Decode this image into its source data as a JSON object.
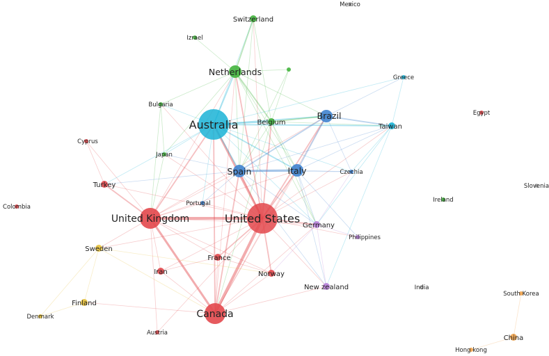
{
  "colors": {
    "red": "#e3484c",
    "cyan": "#1ab3d6",
    "green": "#42b43d",
    "blue": "#3f83cf",
    "purple": "#b77ed8",
    "yellow": "#e6c03a",
    "orange": "#f0a24a",
    "gray": "#b8b8b8"
  },
  "nodes": [
    {
      "id": "us",
      "label": "United States",
      "group": "red",
      "size": "xl"
    },
    {
      "id": "uk",
      "label": "United Kingdom",
      "group": "red",
      "size": "l"
    },
    {
      "id": "canada",
      "label": "Canada",
      "group": "red",
      "size": "l"
    },
    {
      "id": "australia",
      "label": "Australia",
      "group": "cyan",
      "size": "xl"
    },
    {
      "id": "netherlands",
      "label": "Netherlands",
      "group": "green",
      "size": "m"
    },
    {
      "id": "switzerland",
      "label": "Switzerland",
      "group": "green",
      "size": "s"
    },
    {
      "id": "israel",
      "label": "Izrael",
      "group": "green",
      "size": "xs"
    },
    {
      "id": "unlabeled",
      "label": "",
      "group": "green",
      "size": "xs"
    },
    {
      "id": "belgium",
      "label": "Belgium",
      "group": "green",
      "size": "s"
    },
    {
      "id": "bulgaria",
      "label": "Bulgaria",
      "group": "green",
      "size": "xs"
    },
    {
      "id": "japan",
      "label": "Japan",
      "group": "green",
      "size": "xs"
    },
    {
      "id": "brazil",
      "label": "Brazil",
      "group": "blue",
      "size": "m"
    },
    {
      "id": "spain",
      "label": "Spain",
      "group": "blue",
      "size": "m"
    },
    {
      "id": "italy",
      "label": "Italy",
      "group": "blue",
      "size": "m"
    },
    {
      "id": "taiwan",
      "label": "Taiwan",
      "group": "cyan",
      "size": "s"
    },
    {
      "id": "greece",
      "label": "Greece",
      "group": "cyan",
      "size": "xs"
    },
    {
      "id": "czechia",
      "label": "Czechia",
      "group": "blue",
      "size": "xs"
    },
    {
      "id": "portugal",
      "label": "Portugal",
      "group": "blue",
      "size": "xs"
    },
    {
      "id": "germany",
      "label": "Germany",
      "group": "purple",
      "size": "s"
    },
    {
      "id": "philippines",
      "label": "Philippines",
      "group": "purple",
      "size": "xs"
    },
    {
      "id": "newzealand",
      "label": "New zealand",
      "group": "purple",
      "size": "s"
    },
    {
      "id": "turkey",
      "label": "Turkey",
      "group": "red",
      "size": "s"
    },
    {
      "id": "cyprus",
      "label": "Cyprus",
      "group": "red",
      "size": "xs"
    },
    {
      "id": "iran",
      "label": "Iran",
      "group": "red",
      "size": "s"
    },
    {
      "id": "france",
      "label": "France",
      "group": "red",
      "size": "s"
    },
    {
      "id": "norway",
      "label": "Norway",
      "group": "red",
      "size": "s"
    },
    {
      "id": "austria",
      "label": "Austria",
      "group": "red",
      "size": "xs"
    },
    {
      "id": "sweden",
      "label": "Sweden",
      "group": "yellow",
      "size": "s"
    },
    {
      "id": "finland",
      "label": "Finland",
      "group": "yellow",
      "size": "s"
    },
    {
      "id": "denmark",
      "label": "Denmark",
      "group": "yellow",
      "size": "xs"
    },
    {
      "id": "southkorea",
      "label": "South Korea",
      "group": "orange",
      "size": "xs"
    },
    {
      "id": "china",
      "label": "China",
      "group": "orange",
      "size": "s"
    },
    {
      "id": "hongkong",
      "label": "Hong kong",
      "group": "orange",
      "size": "xs"
    },
    {
      "id": "mexico",
      "label": "Mexico",
      "group": "gray",
      "size": "xs"
    },
    {
      "id": "egypt",
      "label": "Egypt",
      "group": "red",
      "size": "xs"
    },
    {
      "id": "slovenia",
      "label": "Slovenia",
      "group": "gray",
      "size": "xs"
    },
    {
      "id": "ireland",
      "label": "Ireland",
      "group": "green",
      "size": "xs"
    },
    {
      "id": "india",
      "label": "India",
      "group": "gray",
      "size": "xs"
    },
    {
      "id": "colombia",
      "label": "Colombia",
      "group": "red",
      "size": "xs"
    }
  ],
  "links": [
    [
      "us",
      "uk",
      4
    ],
    [
      "us",
      "canada",
      4
    ],
    [
      "us",
      "australia",
      3
    ],
    [
      "us",
      "spain",
      2
    ],
    [
      "us",
      "italy",
      2
    ],
    [
      "us",
      "brazil",
      2
    ],
    [
      "us",
      "germany",
      2
    ],
    [
      "us",
      "norway",
      2
    ],
    [
      "us",
      "france",
      2
    ],
    [
      "us",
      "netherlands",
      2
    ],
    [
      "us",
      "belgium",
      2
    ],
    [
      "us",
      "turkey",
      1
    ],
    [
      "us",
      "portugal",
      1
    ],
    [
      "us",
      "iran",
      1
    ],
    [
      "us",
      "newzealand",
      1
    ],
    [
      "us",
      "taiwan",
      1
    ],
    [
      "us",
      "czechia",
      1
    ],
    [
      "us",
      "sweden",
      1
    ],
    [
      "us",
      "philippines",
      1
    ],
    [
      "us",
      "japan",
      1
    ],
    [
      "us",
      "bulgaria",
      1
    ],
    [
      "us",
      "austria",
      1
    ],
    [
      "us",
      "switzerland",
      1
    ],
    [
      "uk",
      "canada",
      3
    ],
    [
      "uk",
      "australia",
      2
    ],
    [
      "uk",
      "turkey",
      2
    ],
    [
      "uk",
      "sweden",
      1
    ],
    [
      "uk",
      "iran",
      1
    ],
    [
      "uk",
      "france",
      1
    ],
    [
      "uk",
      "spain",
      1
    ],
    [
      "uk",
      "italy",
      1
    ],
    [
      "uk",
      "brazil",
      1
    ],
    [
      "uk",
      "netherlands",
      1
    ],
    [
      "uk",
      "cyprus",
      1
    ],
    [
      "uk",
      "norway",
      1
    ],
    [
      "uk",
      "germany",
      1
    ],
    [
      "uk",
      "portugal",
      1
    ],
    [
      "uk",
      "austria",
      1
    ],
    [
      "canada",
      "australia",
      2
    ],
    [
      "canada",
      "spain",
      2
    ],
    [
      "canada",
      "italy",
      1
    ],
    [
      "canada",
      "brazil",
      1
    ],
    [
      "canada",
      "netherlands",
      1
    ],
    [
      "canada",
      "germany",
      1
    ],
    [
      "canada",
      "finland",
      1
    ],
    [
      "canada",
      "france",
      1
    ],
    [
      "canada",
      "norway",
      1
    ],
    [
      "canada",
      "newzealand",
      1
    ],
    [
      "canada",
      "iran",
      1
    ],
    [
      "australia",
      "netherlands",
      2
    ],
    [
      "australia",
      "spain",
      2
    ],
    [
      "australia",
      "italy",
      2
    ],
    [
      "australia",
      "brazil",
      2
    ],
    [
      "australia",
      "belgium",
      2
    ],
    [
      "australia",
      "taiwan",
      2
    ],
    [
      "australia",
      "greece",
      1
    ],
    [
      "australia",
      "bulgaria",
      1
    ],
    [
      "australia",
      "japan",
      1
    ],
    [
      "australia",
      "turkey",
      1
    ],
    [
      "australia",
      "germany",
      1
    ],
    [
      "australia",
      "switzerland",
      1
    ],
    [
      "australia",
      "portugal",
      1
    ],
    [
      "australia",
      "czechia",
      1
    ],
    [
      "netherlands",
      "switzerland",
      2
    ],
    [
      "netherlands",
      "israel",
      1
    ],
    [
      "netherlands",
      "unlabeled",
      1
    ],
    [
      "netherlands",
      "belgium",
      2
    ],
    [
      "netherlands",
      "spain",
      1
    ],
    [
      "netherlands",
      "italy",
      1
    ],
    [
      "netherlands",
      "brazil",
      1
    ],
    [
      "netherlands",
      "bulgaria",
      1
    ],
    [
      "netherlands",
      "japan",
      1
    ],
    [
      "netherlands",
      "germany",
      1
    ],
    [
      "switzerland",
      "spain",
      1
    ],
    [
      "switzerland",
      "belgium",
      1
    ],
    [
      "unlabeled",
      "spain",
      1
    ],
    [
      "unlabeled",
      "belgium",
      1
    ],
    [
      "belgium",
      "spain",
      1
    ],
    [
      "belgium",
      "italy",
      1
    ],
    [
      "belgium",
      "brazil",
      2
    ],
    [
      "belgium",
      "taiwan",
      1
    ],
    [
      "belgium",
      "germany",
      1
    ],
    [
      "belgium",
      "canada",
      1
    ],
    [
      "brazil",
      "spain",
      2
    ],
    [
      "brazil",
      "italy",
      2
    ],
    [
      "brazil",
      "taiwan",
      2
    ],
    [
      "brazil",
      "czechia",
      1
    ],
    [
      "brazil",
      "greece",
      1
    ],
    [
      "spain",
      "italy",
      3
    ],
    [
      "spain",
      "czechia",
      1
    ],
    [
      "spain",
      "portugal",
      1
    ],
    [
      "spain",
      "turkey",
      1
    ],
    [
      "spain",
      "germany",
      1
    ],
    [
      "spain",
      "taiwan",
      1
    ],
    [
      "spain",
      "japan",
      1
    ],
    [
      "spain",
      "newzealand",
      1
    ],
    [
      "italy",
      "taiwan",
      1
    ],
    [
      "italy",
      "czechia",
      1
    ],
    [
      "italy",
      "germany",
      1
    ],
    [
      "italy",
      "philippines",
      1
    ],
    [
      "italy",
      "newzealand",
      1
    ],
    [
      "taiwan",
      "greece",
      1
    ],
    [
      "taiwan",
      "czechia",
      1
    ],
    [
      "taiwan",
      "germany",
      1
    ],
    [
      "taiwan",
      "newzealand",
      1
    ],
    [
      "germany",
      "philippines",
      1
    ],
    [
      "germany",
      "newzealand",
      1
    ],
    [
      "germany",
      "norway",
      1
    ],
    [
      "germany",
      "czechia",
      1
    ],
    [
      "turkey",
      "cyprus",
      1
    ],
    [
      "sweden",
      "finland",
      1
    ],
    [
      "sweden",
      "denmark",
      1
    ],
    [
      "finland",
      "denmark",
      1
    ],
    [
      "sweden",
      "canada",
      1
    ],
    [
      "sweden",
      "norway",
      1
    ],
    [
      "southkorea",
      "china",
      1
    ],
    [
      "china",
      "hongkong",
      1
    ],
    [
      "bulgaria",
      "japan",
      1
    ],
    [
      "bulgaria",
      "uk",
      1
    ],
    [
      "japan",
      "uk",
      1
    ],
    [
      "france",
      "norway",
      1
    ],
    [
      "iran",
      "france",
      1
    ]
  ]
}
